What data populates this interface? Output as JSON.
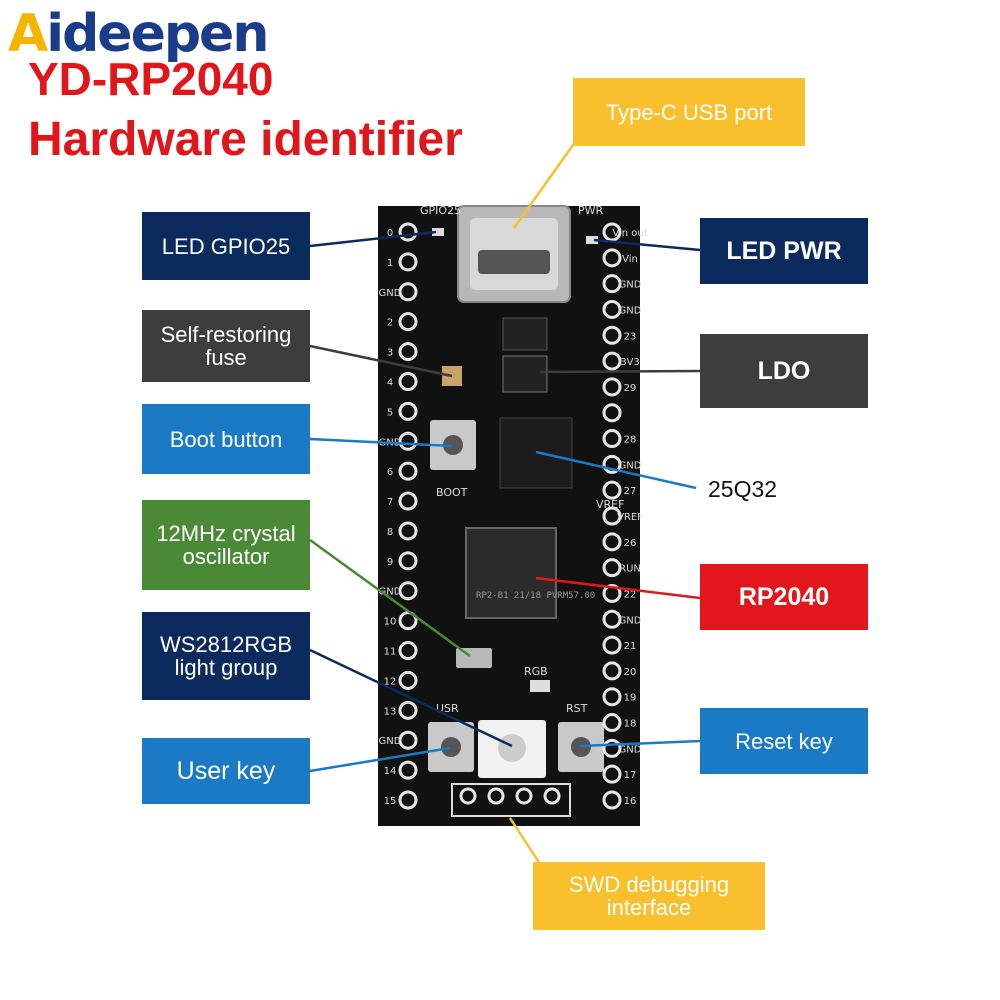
{
  "logo": {
    "text_a": "A",
    "text_rest": "ideepen"
  },
  "title": {
    "line1": "YD-RP2040",
    "line2": "Hardware identifier"
  },
  "labels": {
    "type_c": "Type-C USB port",
    "led_gpio25": "LED GPIO25",
    "led_pwr": "LED PWR",
    "fuse": "Self-restoring fuse",
    "ldo": "LDO",
    "boot": "Boot button",
    "flash": "25Q32",
    "crystal": "12MHz crystal oscillator",
    "rp2040": "RP2040",
    "ws2812": "WS2812RGB light group",
    "user_key": "User key",
    "reset_key": "Reset key",
    "swd": "SWD debugging interface"
  },
  "board": {
    "left_pins": [
      "0",
      "1",
      "GND",
      "2",
      "3",
      "4",
      "5",
      "GND",
      "6",
      "7",
      "8",
      "9",
      "GND",
      "10",
      "11",
      "12",
      "13",
      "GND",
      "14",
      "15"
    ],
    "right_pins": [
      "Vin out",
      "Vin",
      "GND",
      "GND",
      "23",
      "3V3",
      "29",
      "",
      "28",
      "GND",
      "27",
      "VREF",
      "26",
      "RUN",
      "22",
      "GND",
      "21",
      "20",
      "19",
      "18",
      "GND",
      "17",
      "16"
    ],
    "silk_gpio25": "GPIO25",
    "silk_pwr": "PWR",
    "silk_boot": "BOOT",
    "silk_usr": "USR",
    "silk_rst": "RST",
    "silk_rgb": "RGB",
    "silk_vref": "VREF",
    "chip_text": "RP2-B1  21/18\nPVRM57.00"
  },
  "colors": {
    "navy": "#0b2a5e",
    "darkgray": "#3d3d3d",
    "blue": "#1a7ac6",
    "green": "#4a8a36",
    "red": "#e3161d",
    "yellow": "#f9bf2c",
    "board": "#111111"
  }
}
